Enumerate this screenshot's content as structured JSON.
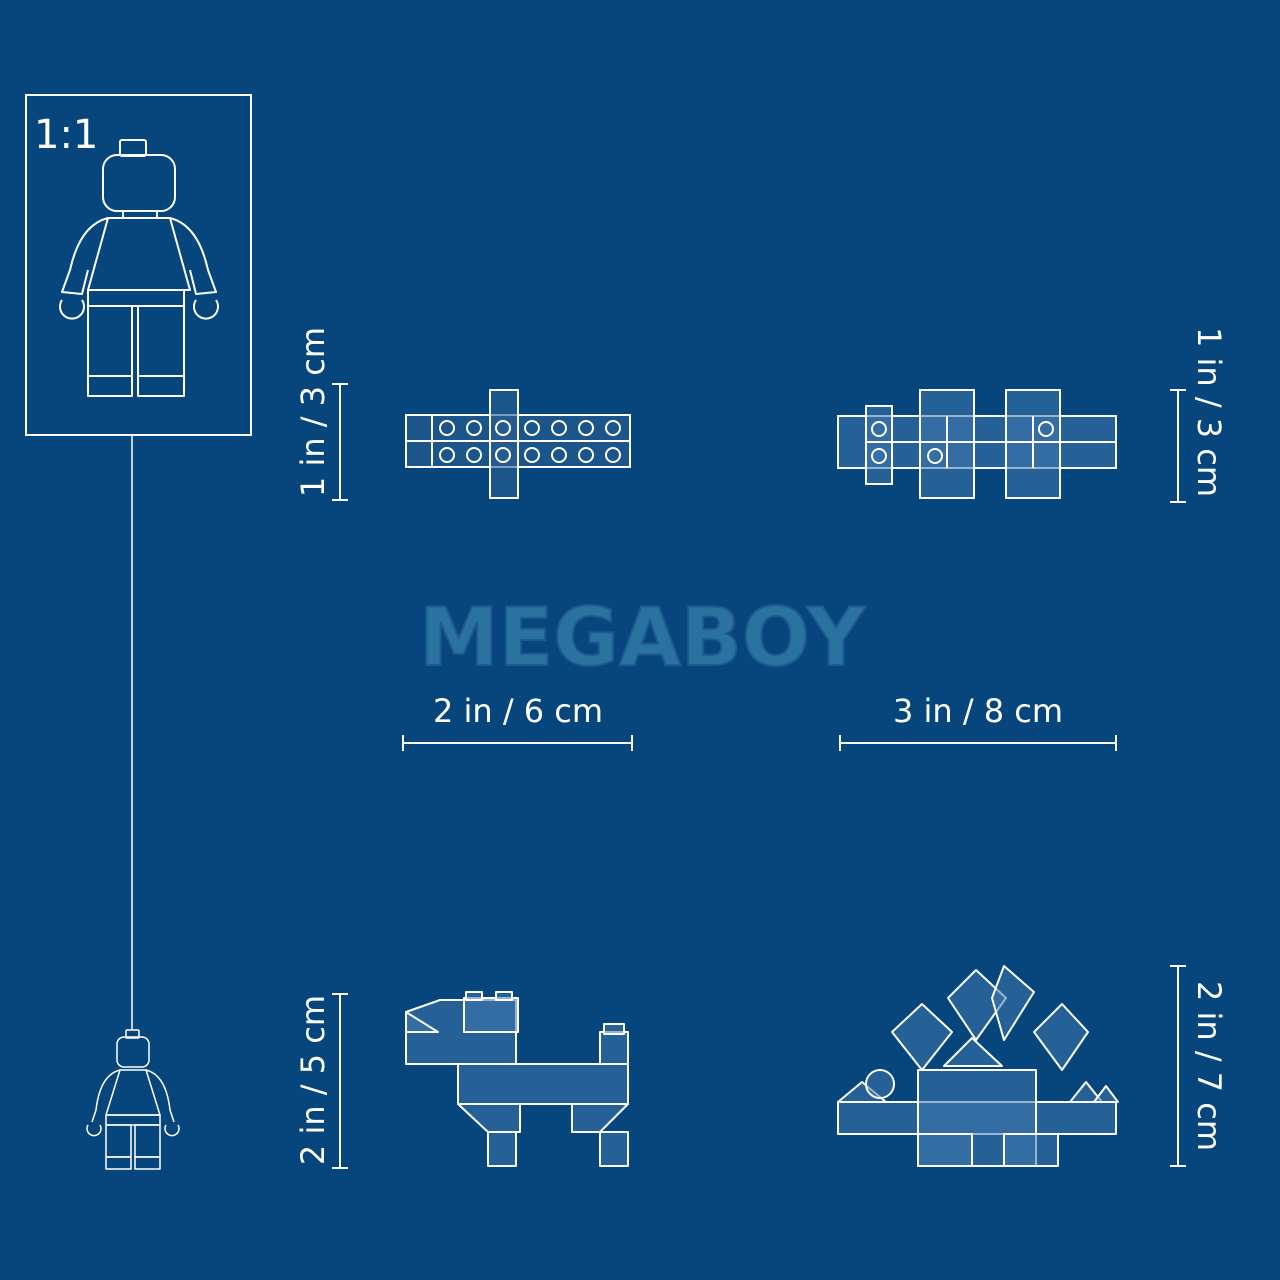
{
  "colors": {
    "background": "#06467d",
    "line": "#ffffff",
    "brick_fill": "#3f78ad",
    "watermark_a": "#3a86b0",
    "watermark_b": "#2f6fa8"
  },
  "scale_box": {
    "label": "1:1"
  },
  "watermark": {
    "text": "MEGABOY"
  },
  "measurements": {
    "top_left_height": "1 in / 3 cm",
    "top_right_height": "1 in / 3 cm",
    "top_left_width": "2 in / 6 cm",
    "top_right_width": "3 in / 8 cm",
    "bottom_left_height": "2 in / 5 cm",
    "bottom_right_height": "2 in / 7 cm"
  }
}
